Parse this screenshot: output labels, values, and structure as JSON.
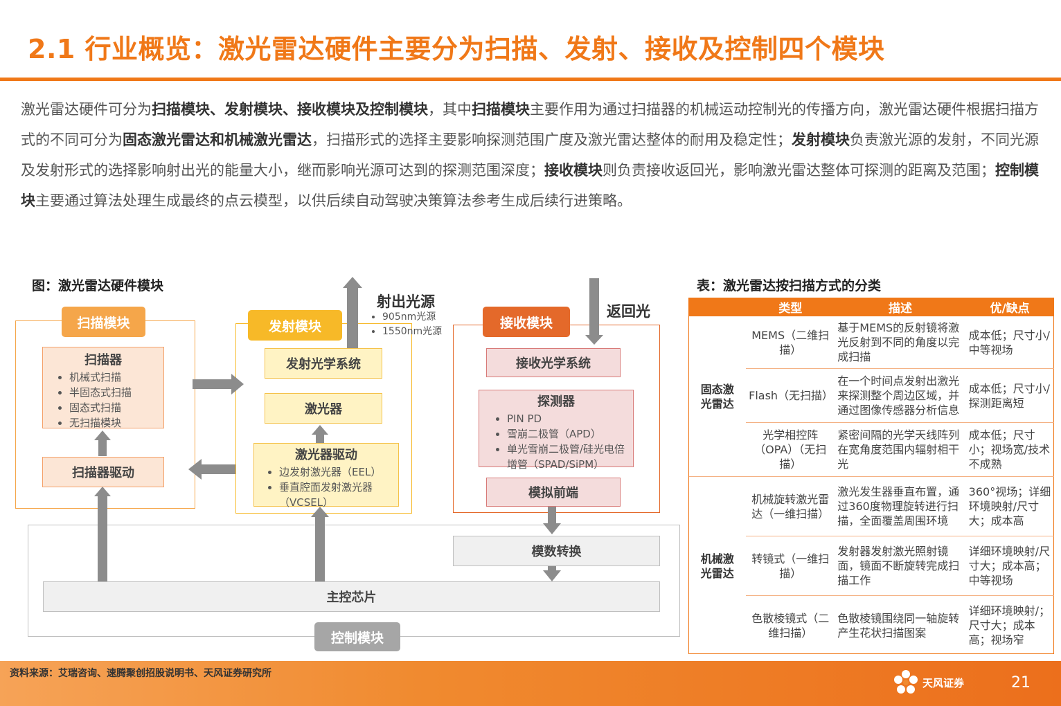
{
  "header": {
    "title": "2.1 行业概览：激光雷达硬件主要分为扫描、发射、接收及控制四个模块"
  },
  "intro": {
    "segments": [
      {
        "text": "激光雷达硬件可分为",
        "bold": false
      },
      {
        "text": "扫描模块、发射模块、接收模块及控制模块",
        "bold": true
      },
      {
        "text": "，其中",
        "bold": false
      },
      {
        "text": "扫描模块",
        "bold": true
      },
      {
        "text": "主要作用为通过扫描器的机械运动控制光的传播方向，激光雷达硬件根据扫描方式的不同可分为",
        "bold": false
      },
      {
        "text": "固态激光雷达和机械激光雷达",
        "bold": true
      },
      {
        "text": "，扫描形式的选择主要影响探测范围广度及激光雷达整体的耐用及稳定性；",
        "bold": false
      },
      {
        "text": "发射模块",
        "bold": true
      },
      {
        "text": "负责激光源的发射，不同光源及发射形式的选择影响射出光的能量大小，继而影响光源可达到的探测范围深度；",
        "bold": false
      },
      {
        "text": "接收模块",
        "bold": true
      },
      {
        "text": "则负责接收返回光，影响激光雷达整体可探测的距离及范围；",
        "bold": false
      },
      {
        "text": "控制模块",
        "bold": true
      },
      {
        "text": "主要通过算法处理生成最终的点云模型，以供后续自动驾驶决策算法参考生成后续行进策略。",
        "bold": false
      }
    ]
  },
  "diagram": {
    "caption": "图：激光雷达硬件模块",
    "scan": {
      "tag": "扫描模块",
      "scanner_title": "扫描器",
      "scanner_items": [
        "机械式扫描",
        "半固态式扫描",
        "固态式扫描",
        "无扫描模块"
      ],
      "driver": "扫描器驱动"
    },
    "emit": {
      "tag": "发射模块",
      "optics": "发射光学系统",
      "laser": "激光器",
      "driver_title": "激光器驱动",
      "driver_items": [
        "边发射激光器（EEL）",
        "垂直腔面发射激光器（VCSEL）"
      ],
      "source_title": "射出光源",
      "source_items": [
        "905nm光源",
        "1550nm光源"
      ]
    },
    "receive": {
      "tag": "接收模块",
      "return_label": "返回光",
      "optics": "接收光学系统",
      "detector_title": "探测器",
      "detector_items": [
        "PIN PD",
        "雪崩二极管（APD）",
        "单光雪崩二极管/硅光电倍增管（SPAD/SiPM）"
      ],
      "frontend": "模拟前端"
    },
    "control": {
      "adc": "模数转换",
      "chip": "主控芯片",
      "tag": "控制模块"
    },
    "colors": {
      "accent": "#f07818",
      "scan_tag": "#f5a64a",
      "emit_tag": "#f7b928",
      "receive_tag": "#e4692a",
      "control_tag": "#a6a6a6",
      "arrow": "#8c8c8c"
    }
  },
  "table": {
    "caption": "表：激光雷达按扫描方式的分类",
    "headers": [
      "类型",
      "描述",
      "优/缺点"
    ],
    "groups": [
      {
        "name": "固态激光雷达",
        "rows": [
          {
            "type": "MEMS（二维扫描）",
            "desc": "基于MEMS的反射镜将激光反射到不同的角度以完成扫描",
            "pros": "成本低；尺寸小/中等视场"
          },
          {
            "type": "Flash（无扫描）",
            "desc": "在一个时间点发射出激光来探测整个周边区域，并通过图像传感器分析信息",
            "pros": "成本低；尺寸小/探测距离短"
          },
          {
            "type": "光学相控阵（OPA）（无扫描）",
            "desc": "紧密间隔的光学天线阵列在宽角度范围内辐射相干光",
            "pros": "成本低；尺寸小；视场宽/技术不成熟"
          }
        ]
      },
      {
        "name": "机械激光雷达",
        "rows": [
          {
            "type": "机械旋转激光雷达（一维扫描）",
            "desc": "激光发生器垂直布置，通过360度物理旋转进行扫描，全面覆盖周围环境",
            "pros": "360°视场；详细环境映射/尺寸大；成本高"
          },
          {
            "type": "转镜式（一维扫描）",
            "desc": "发射器发射激光照射镜面，镜面不断旋转完成扫描工作",
            "pros": "详细环境映射/尺寸大；成本高；中等视场"
          },
          {
            "type": "色散棱镜式（二维扫描）",
            "desc": "色散棱镜围绕同一轴旋转产生花状扫描图案",
            "pros": "详细环境映射/；尺寸大；成本高；视场窄"
          }
        ]
      }
    ]
  },
  "footer": {
    "source": "资料来源：艾瑞咨询、速腾聚创招股说明书、天风证券研究所",
    "logo_text": "天风证券",
    "page_number": "21"
  }
}
